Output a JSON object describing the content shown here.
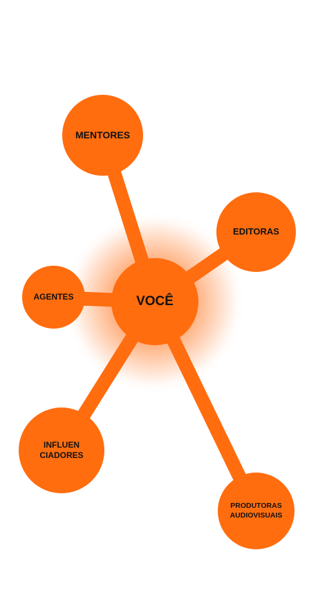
{
  "diagram": {
    "accent_color": "#ff6d0f",
    "center": {
      "label": "VOCÊ"
    },
    "nodes": [
      {
        "id": "mentores",
        "label": "MENTORES"
      },
      {
        "id": "editoras",
        "label": "EDITORAS"
      },
      {
        "id": "agentes",
        "label": "AGENTES"
      },
      {
        "id": "influenciadores",
        "label": "INFLUEN\nCIADORES"
      },
      {
        "id": "produtoras",
        "label": "PRODUTORAS\nAUDIOVISUAIS"
      }
    ]
  }
}
